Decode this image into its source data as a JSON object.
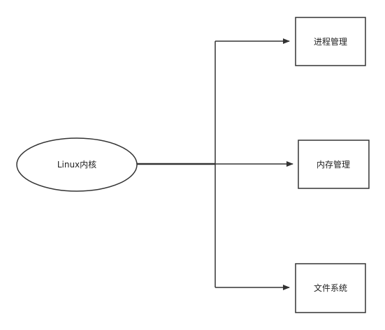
{
  "diagram": {
    "root": {
      "label": "Linux内核"
    },
    "children": [
      {
        "label": "进程管理"
      },
      {
        "label": "内存管理"
      },
      {
        "label": "文件系统"
      }
    ]
  },
  "colors": {
    "stroke": "#333333",
    "text": "#222222",
    "background": "#ffffff"
  }
}
